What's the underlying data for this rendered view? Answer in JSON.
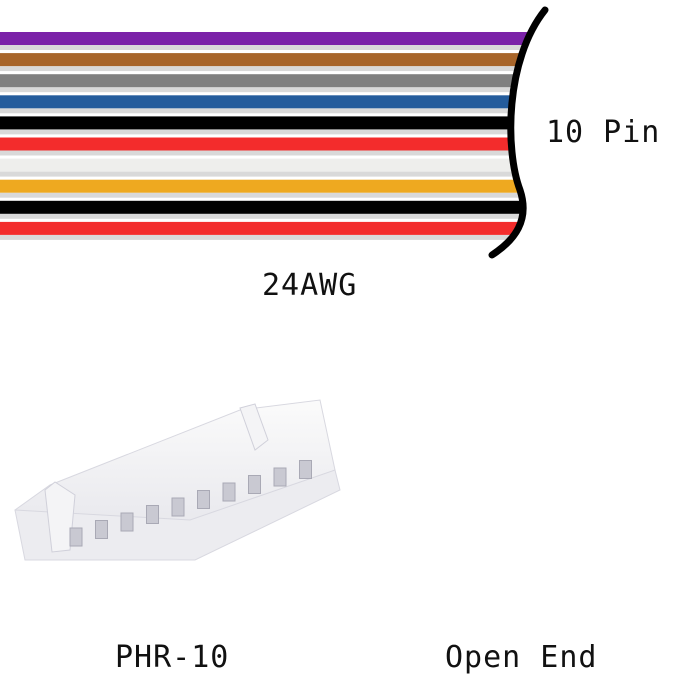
{
  "cable": {
    "pin_label": "10 Pin",
    "gauge_label": "24AWG",
    "wire_colors": [
      "#7B22A8",
      "#A8652A",
      "#808080",
      "#245C9C",
      "#000000",
      "#F32C2C",
      "#EEEEEC",
      "#EEA920",
      "#000000",
      "#F32C2C"
    ]
  },
  "connector": {
    "label": "PHR-10"
  },
  "other_end": {
    "label": "Open End"
  }
}
